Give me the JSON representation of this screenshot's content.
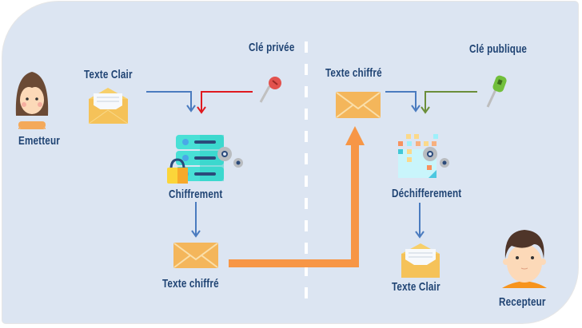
{
  "diagram": {
    "title": "",
    "sender": {
      "label": "Emetteur"
    },
    "receiver": {
      "label": "Recepteur"
    },
    "sender_side": {
      "plaintext_label": "Texte Clair",
      "private_key_label": "Clé privée",
      "encrypt_label": "Chiffrement",
      "ciphertext_label": "Texte chiffré"
    },
    "receiver_side": {
      "ciphertext_label": "Texte chiffré",
      "public_key_label": "Clé publique",
      "decrypt_label": "Déchifferement",
      "plaintext_label": "Texte Clair"
    },
    "colors": {
      "background": "#dce5f2",
      "text": "#1f4373",
      "data_arrow": "#4a7bbf",
      "private_key_arrow": "#e0191f",
      "public_key_arrow": "#6b8e3a",
      "transmission_arrow": "#f79646",
      "separator": "#ffffff"
    }
  }
}
